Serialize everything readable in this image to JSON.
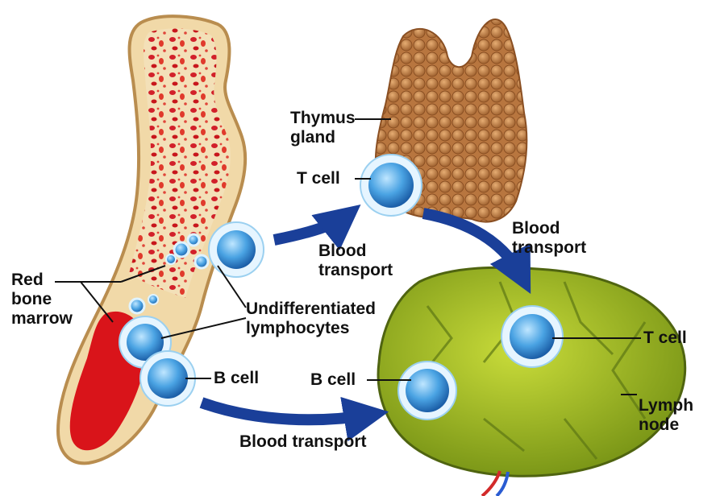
{
  "labels": {
    "thymus_line1": "Thymus",
    "thymus_line2": "gland",
    "t_cell_top": "T cell",
    "blood_transport_top_left_1": "Blood",
    "blood_transport_top_left_2": "transport",
    "blood_transport_top_right_1": "Blood",
    "blood_transport_top_right_2": "transport",
    "red_bone_marrow_1": "Red",
    "red_bone_marrow_2": "bone",
    "red_bone_marrow_3": "marrow",
    "undiff_1": "Undifferentiated",
    "undiff_2": "lymphocytes",
    "b_cell_left": "B cell",
    "b_cell_node": "B cell",
    "t_cell_node": "T cell",
    "lymph_node_1": "Lymph",
    "lymph_node_2": "node",
    "blood_transport_bottom": "Blood transport"
  },
  "colors": {
    "bone": "#f1d9a8",
    "bone_edge": "#b98d4f",
    "marrow": "#d9141a",
    "thymus": "#c98a4f",
    "lymph_node": "#a8c41e",
    "cell": "#3b8fd4",
    "arrow": "#1a3f99"
  }
}
